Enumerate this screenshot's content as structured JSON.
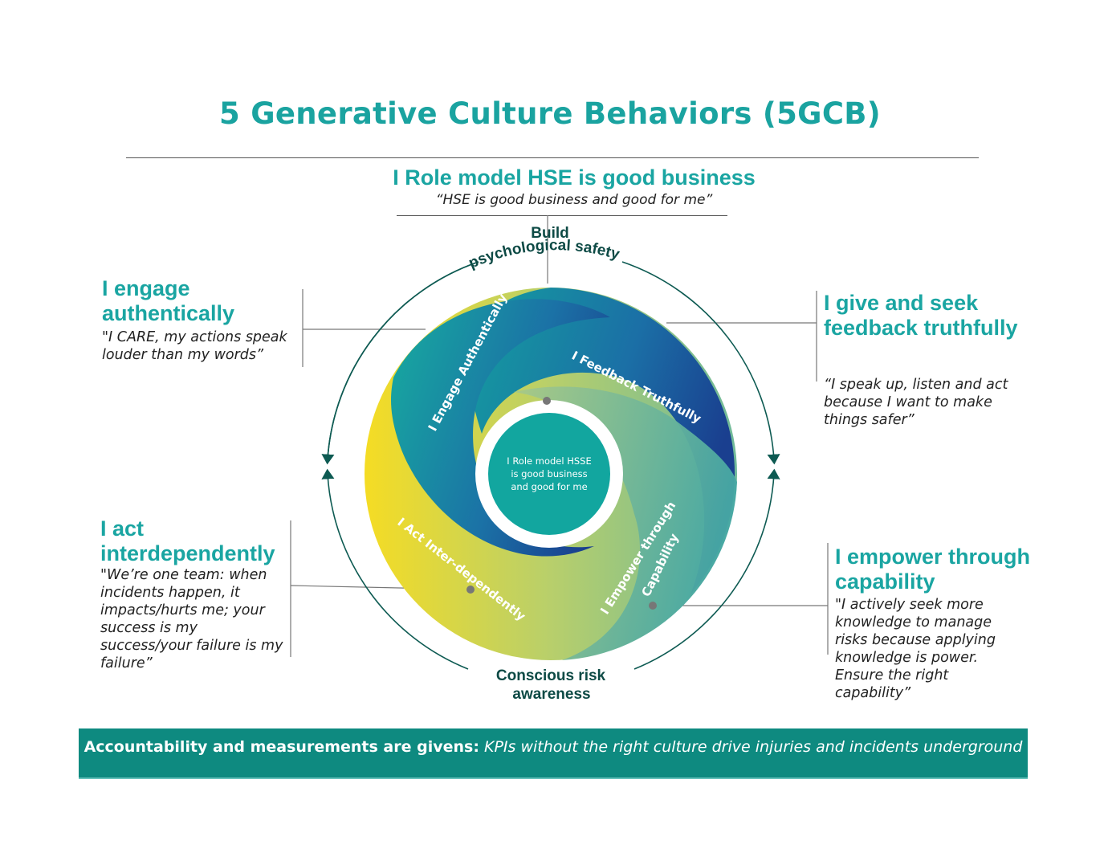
{
  "title": "5 Generative Culture Behaviors (5GCB)",
  "top": {
    "heading": "I Role model HSE is good business",
    "quote": "“HSE is good business and good for me”"
  },
  "behaviors": [
    {
      "id": "engage",
      "heading": "I engage authentically",
      "quote": "\"I CARE, my actions speak louder than my words”",
      "wheel_label": "I Engage Authentically"
    },
    {
      "id": "feedback",
      "heading": "I give and seek feedback truthfully",
      "quote": "“I speak up, listen and act because I want to make things safer”",
      "wheel_label": "I Feedback Truthfully"
    },
    {
      "id": "interdependent",
      "heading": "I act interdependently",
      "quote": "\"We’re one team: when incidents happen, it impacts/hurts me; your success is my success/your failure is my failure”",
      "wheel_label": "I Act Inter-dependently"
    },
    {
      "id": "empower",
      "heading": "I empower through capability",
      "quote": "\"I actively seek more knowledge to manage risks because applying knowledge is power. Ensure the right capability”",
      "wheel_label_line1": "I Empower through",
      "wheel_label_line2": "Capability"
    }
  ],
  "center": {
    "line1": "I Role model HSSE",
    "line2": "is good business",
    "line3": "and good for me"
  },
  "ring": {
    "top_line1": "Build",
    "top_line2": "psychological safety",
    "bottom_line1": "Conscious risk",
    "bottom_line2": "awareness"
  },
  "footer": {
    "bold": "Accountability and measurements are givens:",
    "italic": "KPIs without the right culture drive injuries and incidents underground"
  },
  "colors": {
    "accent_teal": "#1aa5a2",
    "footer_bg": "#0e8a80",
    "ring_dark": "#0d4a45",
    "swirl_blue": "#1a4f9a",
    "swirl_yellow": "#f2d52a"
  }
}
